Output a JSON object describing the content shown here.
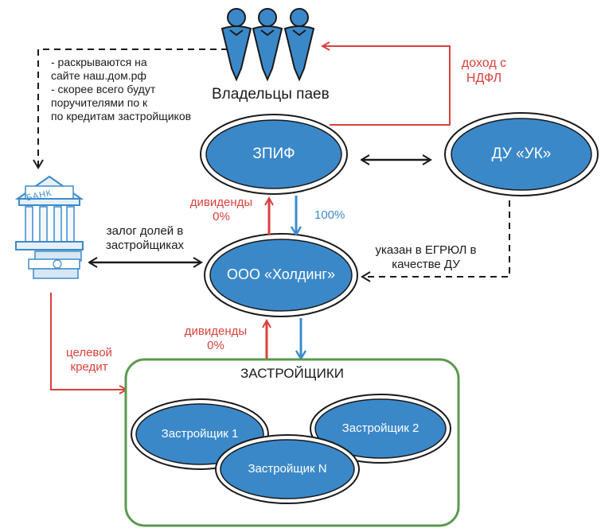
{
  "owners": {
    "label": "Владельцы паев"
  },
  "zpif": {
    "label": "ЗПИФ"
  },
  "du": {
    "label": "ДУ «УК»"
  },
  "holding": {
    "label": "ООО «Холдинг»"
  },
  "developers": {
    "title": "ЗАСТРОЙЩИКИ",
    "items": [
      "Застройщик 1",
      "Застройщик 2",
      "Застройщик N"
    ]
  },
  "bank": {
    "sign": "БАНК"
  },
  "notes": {
    "bank_note": [
      "- раскрываются на",
      "сайте наш.дом.рф",
      "- скорее всего будут",
      "поручителями по к",
      "по кредитам застройщиков"
    ],
    "ndfl": [
      "доход с",
      "НДФЛ"
    ],
    "dividends_top": [
      "дивиденды",
      "0%"
    ],
    "percent": "100%",
    "pledge": [
      "залог долей в",
      "застройщиках"
    ],
    "egrul": [
      "указан в ЕГРЮЛ в",
      "качестве ДУ"
    ],
    "dividends_bottom": [
      "дивиденды",
      "0%"
    ],
    "credit": [
      "целевой",
      "кредит"
    ]
  },
  "colors": {
    "ellipse_fill": "#3b88c9",
    "red_arrow": "#d9413c",
    "blue_arrow": "#3c8bcb",
    "green_frame": "#5a9a4e",
    "dark": "#1a1a1a"
  }
}
